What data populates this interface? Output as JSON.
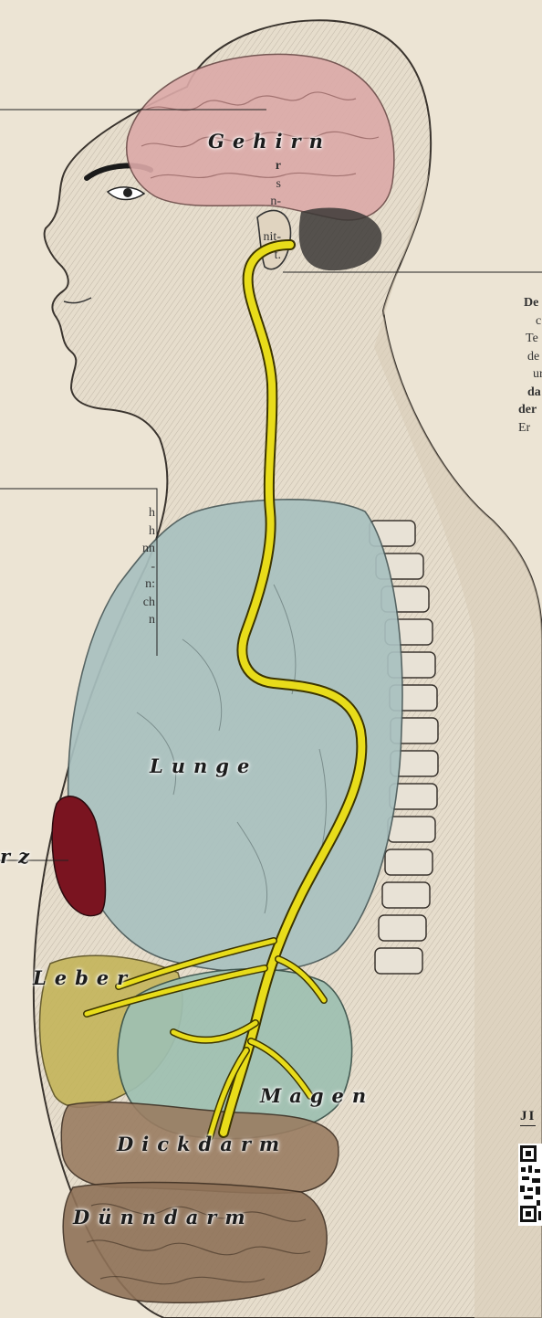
{
  "labels": {
    "brain": "Gehirn",
    "lung": "Lunge",
    "heart": "rz",
    "liver": "Leber",
    "stomach": "Magen",
    "colon": "Dickdarm",
    "small_intestine": "Dünndarm"
  },
  "left_snippet_1": [
    "r",
    "s",
    "n-",
    "",
    "nit-",
    "t."
  ],
  "left_snippet_2": [
    "h",
    "h",
    "nn",
    "-",
    "n:",
    "ch",
    "n"
  ],
  "right_snippet": [
    "De",
    "c",
    "Te",
    "de",
    "ur",
    "da",
    "der",
    "Er"
  ],
  "footer_heading": "JI",
  "colors": {
    "vagus": "#e8dc1a",
    "brain": "#dcaaa8",
    "lung": "#a9c1c0",
    "liver": "#c4b55a",
    "stomach": "#9fc0b2",
    "heart": "#7a1420",
    "intestine": "#9a7d62",
    "background": "#ece4d4"
  }
}
